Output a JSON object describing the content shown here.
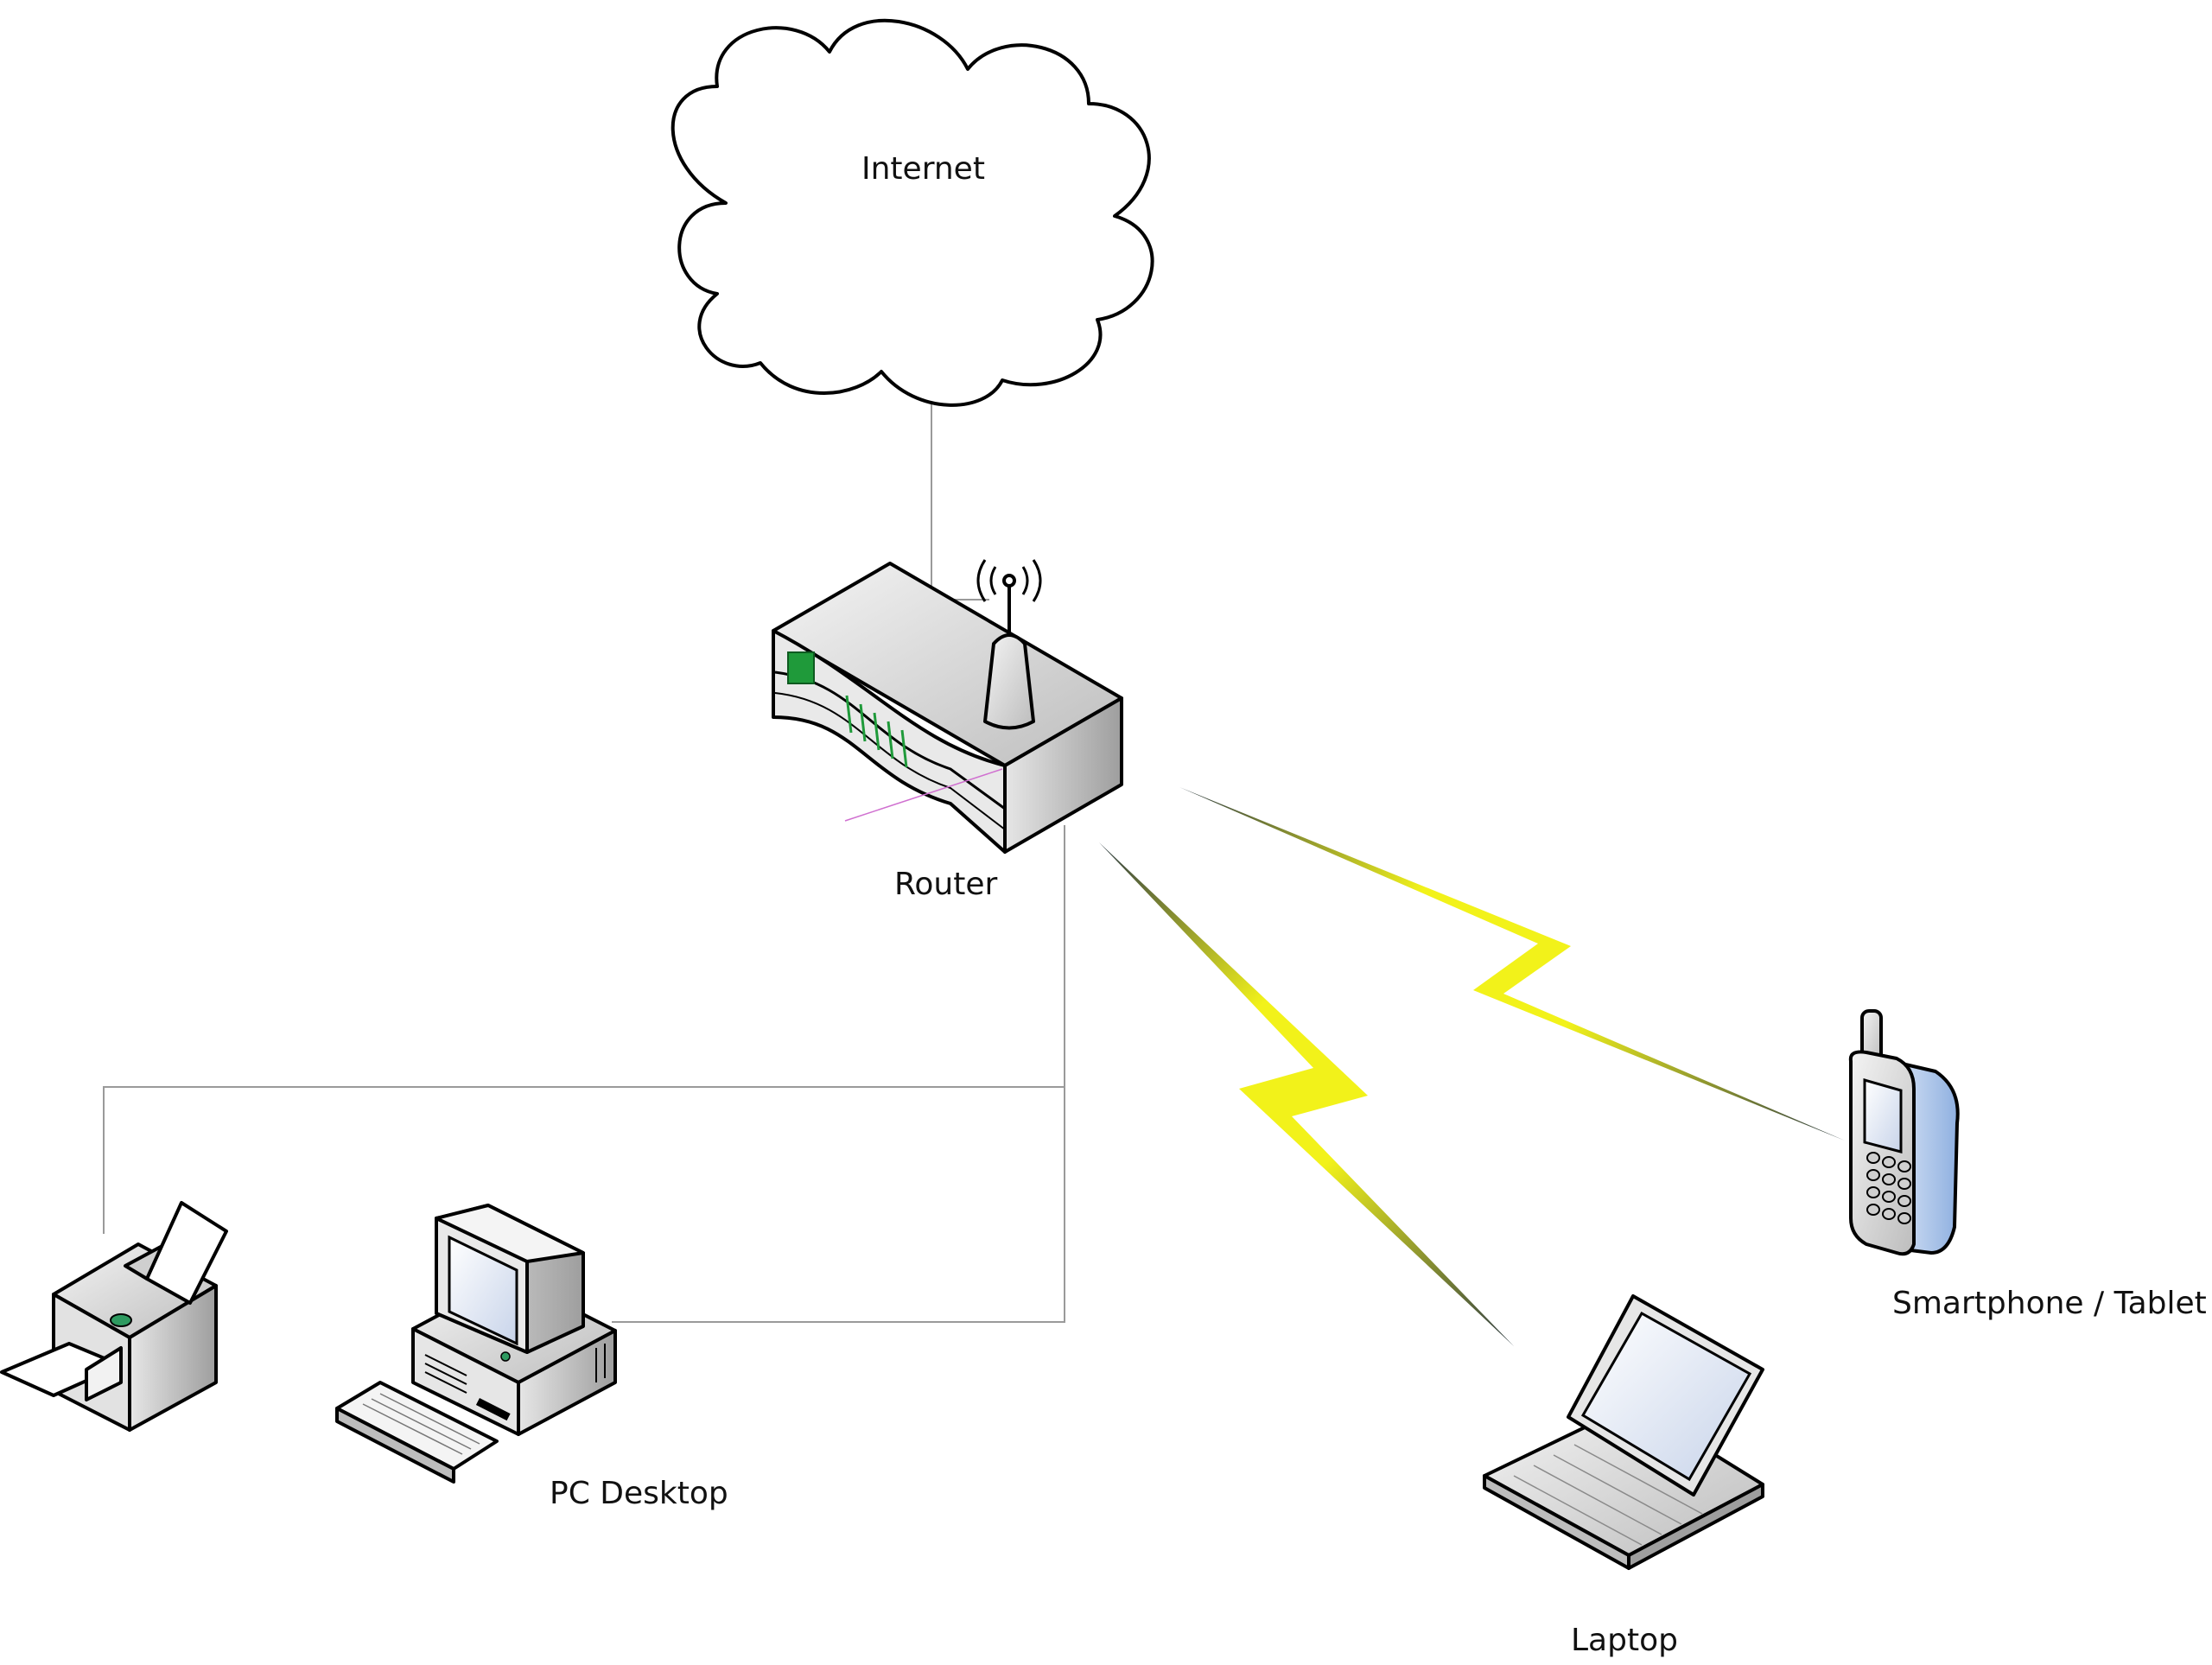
{
  "nodes": {
    "internet": {
      "label": "Internet",
      "icon": "cloud-icon"
    },
    "router": {
      "label": "Router",
      "icon": "wireless-router-icon"
    },
    "printer": {
      "label": "",
      "icon": "printer-icon"
    },
    "desktop": {
      "label": "PC Desktop",
      "icon": "desktop-computer-icon"
    },
    "laptop": {
      "label": "Laptop",
      "icon": "laptop-icon"
    },
    "phone": {
      "label": "Smartphone / Tablet",
      "icon": "mobile-phone-icon"
    }
  },
  "links": [
    {
      "from": "internet",
      "to": "router",
      "type": "wired"
    },
    {
      "from": "router",
      "to": "printer",
      "type": "wired"
    },
    {
      "from": "router",
      "to": "desktop",
      "type": "wired"
    },
    {
      "from": "router",
      "to": "laptop",
      "type": "wireless"
    },
    {
      "from": "router",
      "to": "phone",
      "type": "wireless"
    }
  ],
  "colors": {
    "wireless_bolt": "#f2f21a",
    "wire": "#9a9a9a",
    "phone_accent": "#a9c3e8",
    "router_led": "#1f9a3a"
  }
}
